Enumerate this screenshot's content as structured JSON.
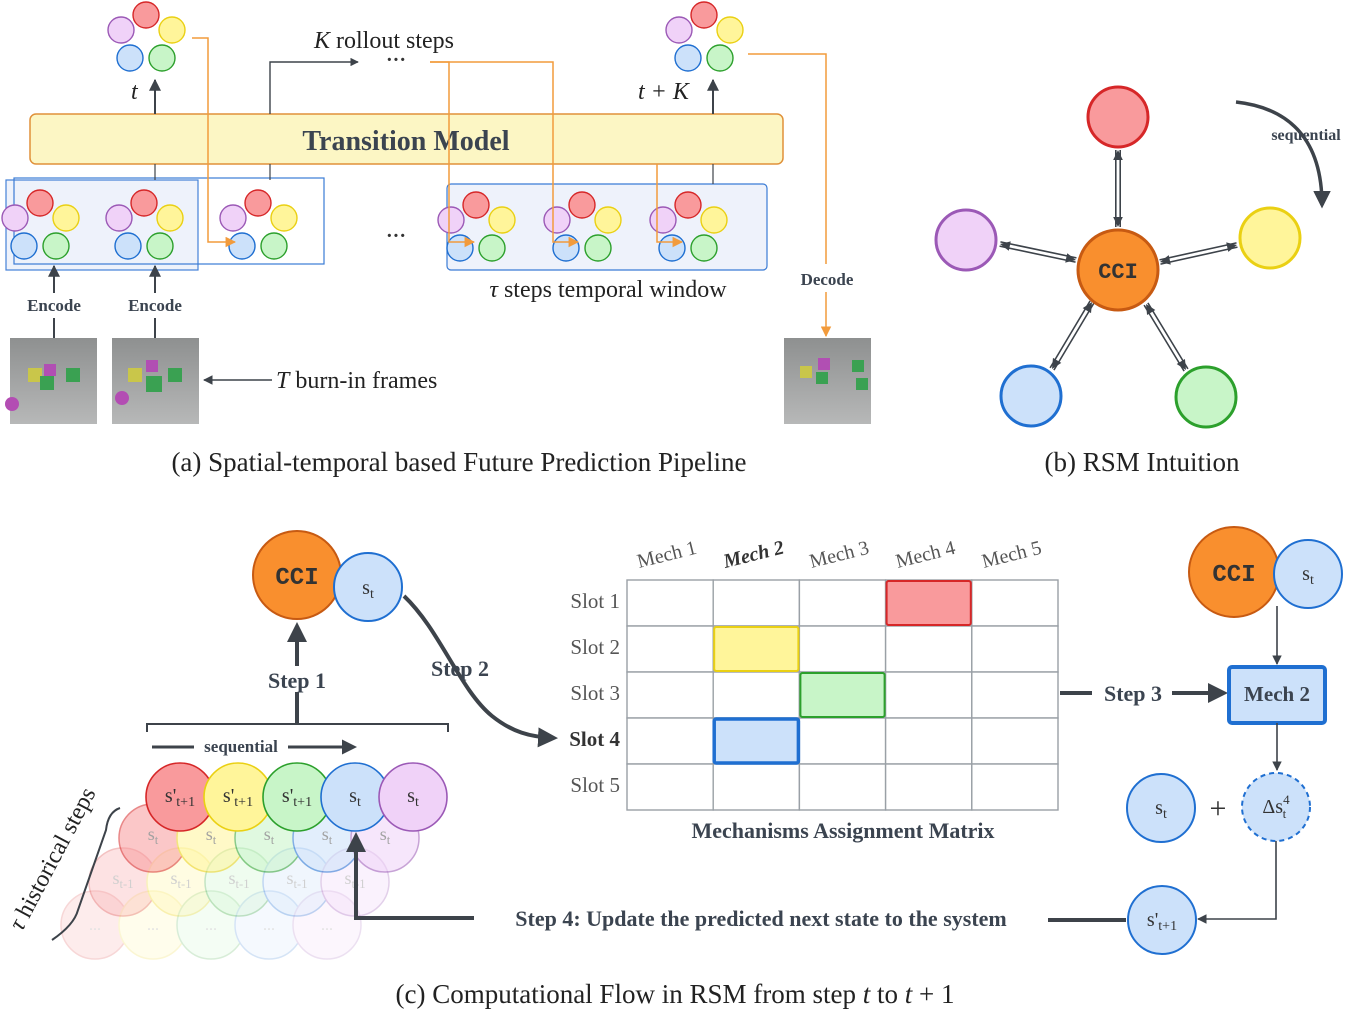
{
  "colors": {
    "red": "#f99a9c",
    "red_stroke": "#d62728",
    "yellow": "#fff59a",
    "yellow_stroke": "#ead013",
    "purple": "#f0d2f8",
    "purple_stroke": "#9b59b6",
    "blue": "#cce1fa",
    "blue_stroke": "#1f6fd1",
    "green": "#c8f5c8",
    "green_stroke": "#2ca02c",
    "orange": "#f98f2e",
    "orange_stroke": "#c75a12",
    "transition_fill": "#fcf6c4",
    "transition_stroke": "#e0913a",
    "window_fill": "#eef2fb",
    "window_stroke": "#3a7bd5",
    "arrow_orange": "#f29b3c",
    "arrow_dark": "#3d434a"
  },
  "panel_a": {
    "caption": "(a)  Spatial-temporal based Future Prediction Pipeline",
    "transition_label": "Transition Model",
    "rollout_k": "K",
    "rollout_label": " rollout steps",
    "ellipsis": "···",
    "t_label": "t",
    "tk_label": "t + K",
    "encode_label": "Encode",
    "tau_symbol": "τ",
    "tau_window_label": " steps temporal window",
    "decode_label": "Decode",
    "burnin_T": "T",
    "burnin_label": " burn-in frames"
  },
  "panel_b": {
    "caption": "(b)  RSM Intuition",
    "center_label": "CCI",
    "sequential_label": "sequential"
  },
  "panel_c": {
    "caption_prefix": "(c)  Computational Flow in RSM from step ",
    "caption_t": "t",
    "caption_mid": " to ",
    "caption_t2": "t",
    "caption_suffix": " + 1",
    "cci_label": "CCI",
    "s_base": "s",
    "s_sub_t": "t",
    "s_sub_t1": "t+1",
    "s_sub_tm1": "t-1",
    "s_prime": "'",
    "faded_ellipsis": "...",
    "step1": "Step 1",
    "step2": "Step 2",
    "step3": "Step 3",
    "step4": "Step 4: Update the predicted next state to the system",
    "sequential_label": "sequential",
    "tau_symbol": "τ",
    "historical_label": " historical steps",
    "matrix_caption": "Mechanisms Assignment Matrix",
    "mech_headers": [
      "Mech 1",
      "Mech 2",
      "Mech 3",
      "Mech 4",
      "Mech 5"
    ],
    "slot_labels": [
      "Slot 1",
      "Slot 2",
      "Slot 3",
      "Slot 4",
      "Slot 5"
    ],
    "mech2_box": "Mech 2",
    "plus": "+",
    "delta_label": "Δs",
    "delta_sup": "4",
    "delta_sub": "t"
  }
}
